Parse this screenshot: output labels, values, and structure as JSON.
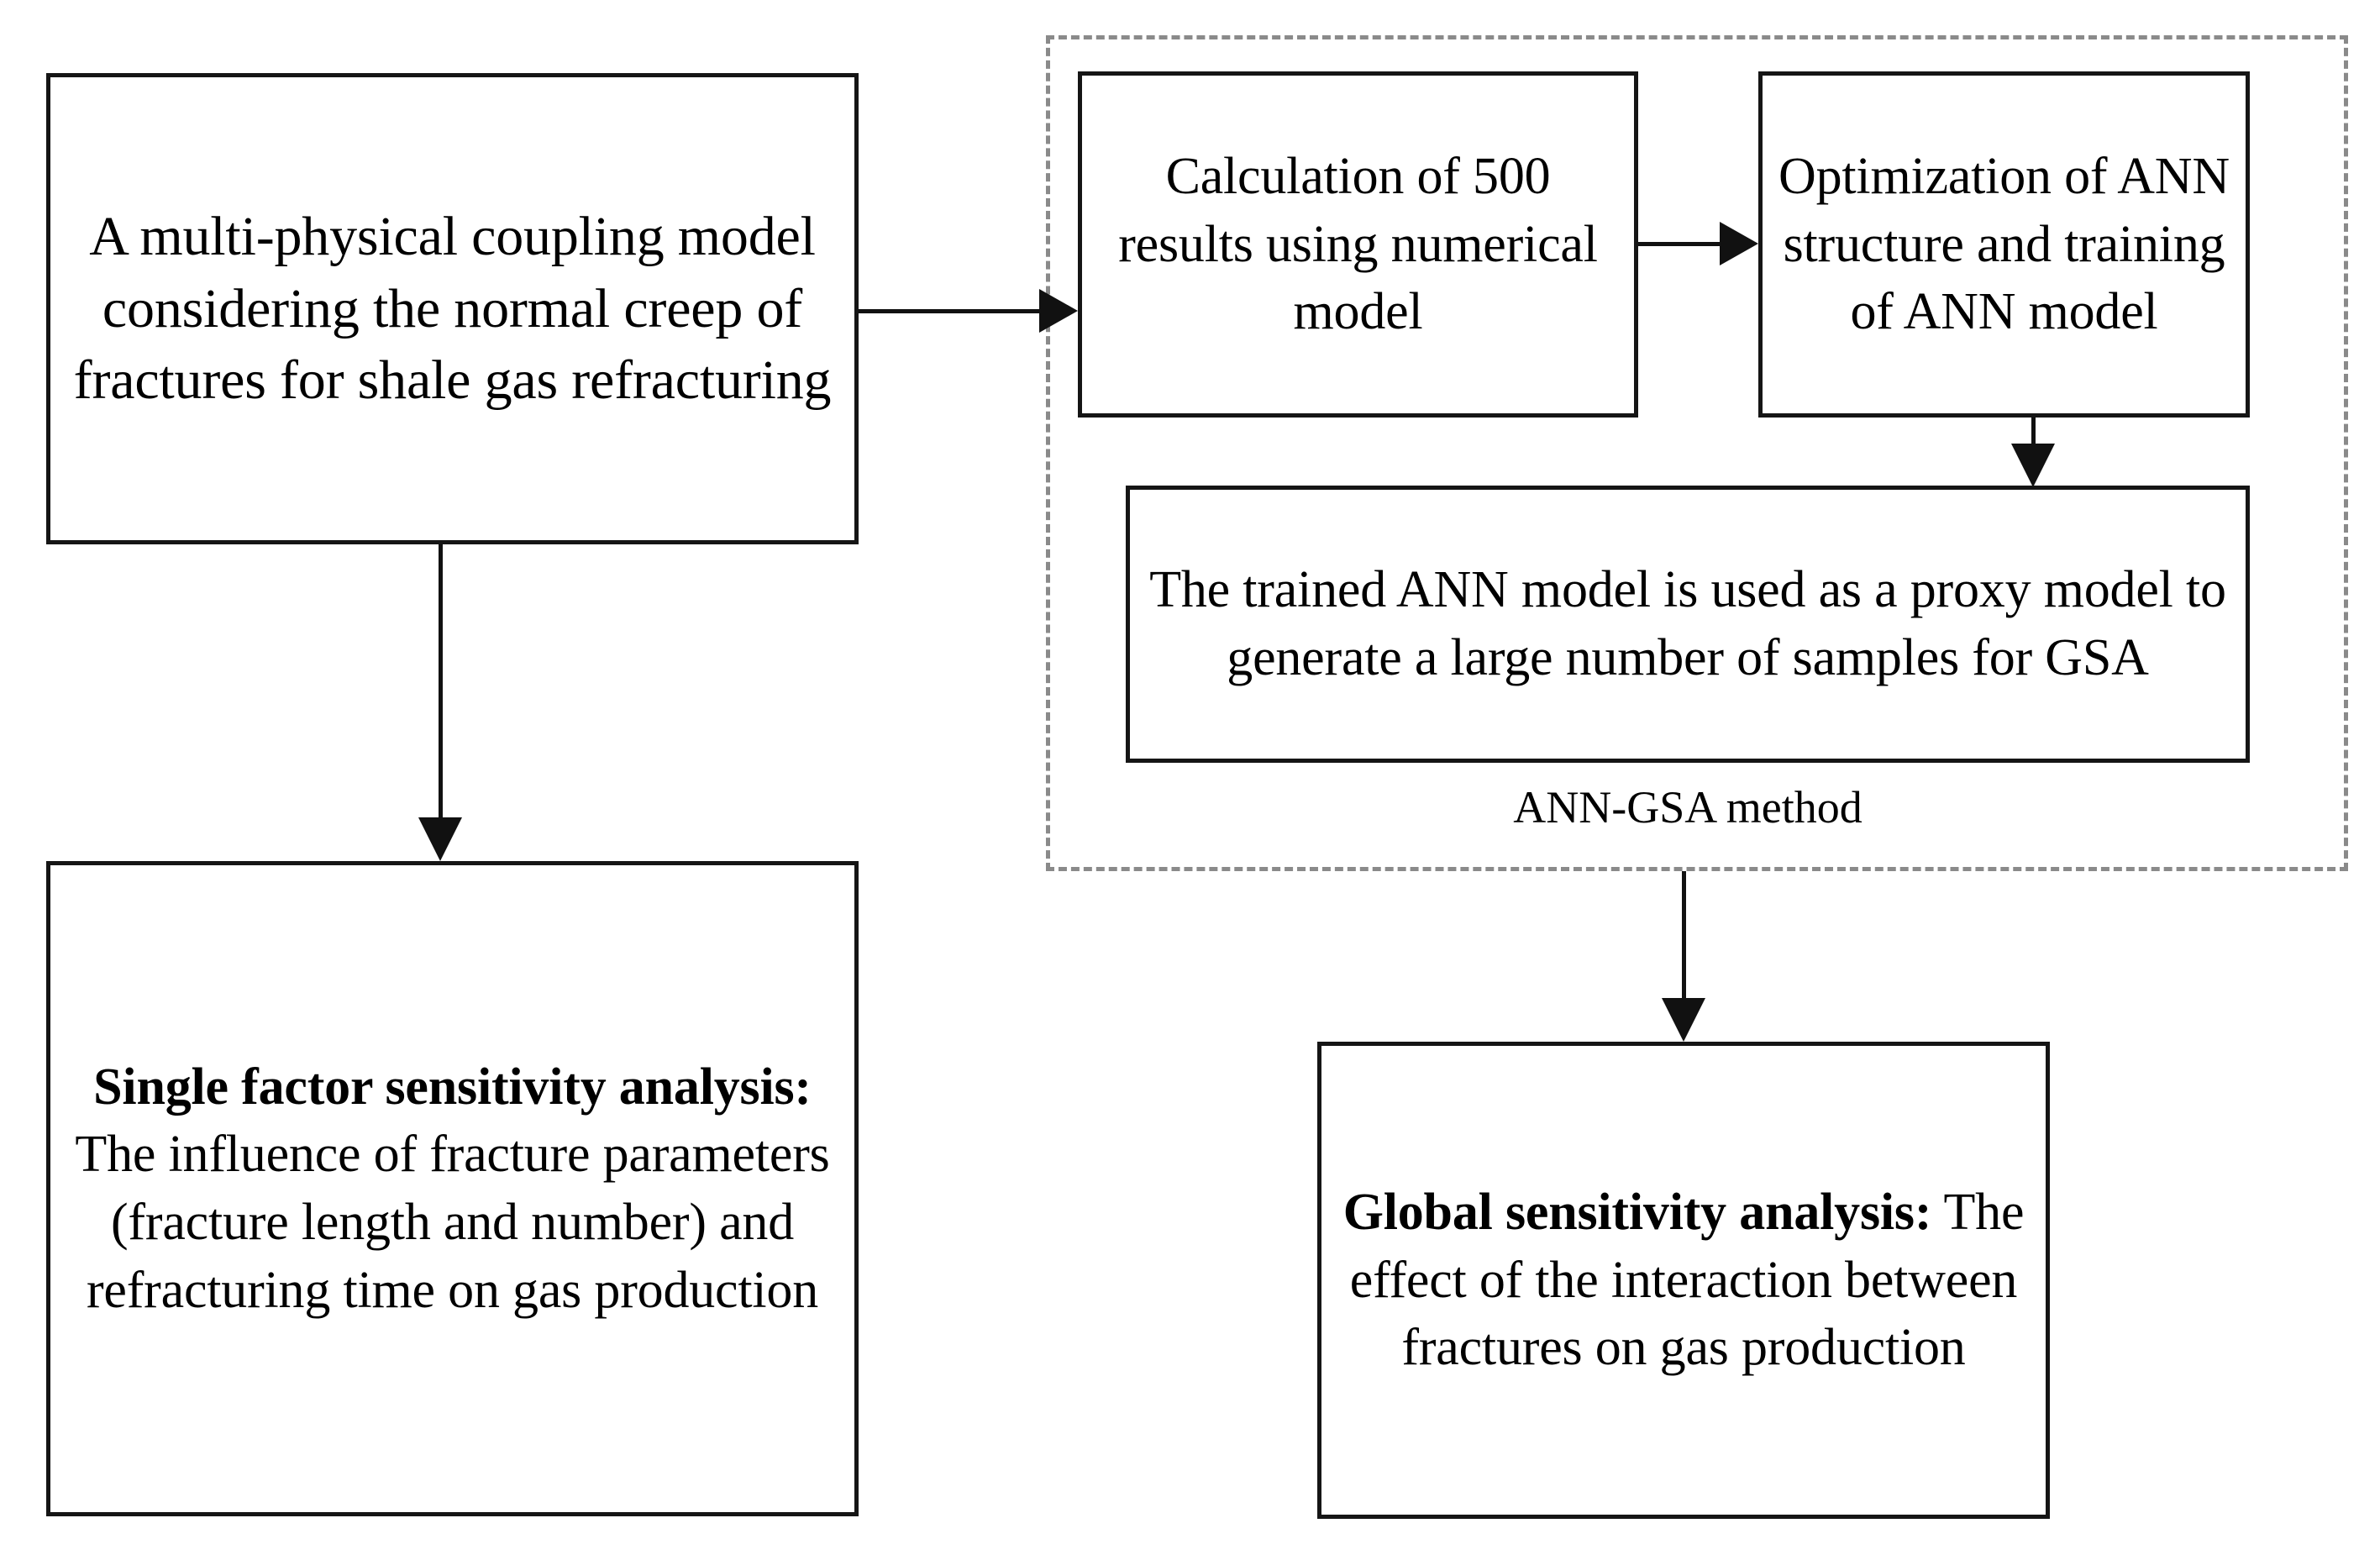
{
  "diagram": {
    "title_hidden": "",
    "nodes": {
      "model_box": {
        "text": "A multi-physical coupling model considering the normal creep of fractures for shale gas refracturing",
        "font_size": "66px"
      },
      "calculation_box": {
        "text": "Calculation of 500 results using numerical model",
        "font_size": "62px"
      },
      "optimization_box": {
        "text": "Optimization of ANN structure and training of ANN model",
        "font_size": "62px"
      },
      "proxy_box": {
        "text": "The trained ANN model is used as a proxy model  to generate a large number of samples for GSA",
        "font_size": "62px"
      },
      "single_factor_box": {
        "bold_lead": "Single factor sensitivity analysis:",
        "rest": " The influence of fracture parameters (fracture length and number) and refracturing time on gas production",
        "font_size": "62px"
      },
      "global_box": {
        "bold_lead": "Global sensitivity analysis:",
        "rest": " The effect of the interaction between fractures on gas production",
        "font_size": "62px"
      }
    },
    "group": {
      "label": "ANN-GSA method",
      "font_size": "54px",
      "border_style": "dashed",
      "border_color": "#8a8a8a"
    },
    "edges": [
      {
        "name": "model-to-calculation",
        "from": "model_box",
        "to": "calculation_box",
        "direction": "right"
      },
      {
        "name": "model-to-single-factor",
        "from": "model_box",
        "to": "single_factor_box",
        "direction": "down"
      },
      {
        "name": "calculation-to-optimization",
        "from": "calculation_box",
        "to": "optimization_box",
        "direction": "right"
      },
      {
        "name": "optimization-to-proxy",
        "from": "optimization_box",
        "to": "proxy_box",
        "direction": "down"
      },
      {
        "name": "group-to-global",
        "from": "ann_gsa_group",
        "to": "global_box",
        "direction": "down"
      }
    ],
    "colors": {
      "node_border": "#151515",
      "group_border": "#8a8a8a",
      "edge": "#111111",
      "background": "#ffffff",
      "text": "#000000"
    }
  }
}
